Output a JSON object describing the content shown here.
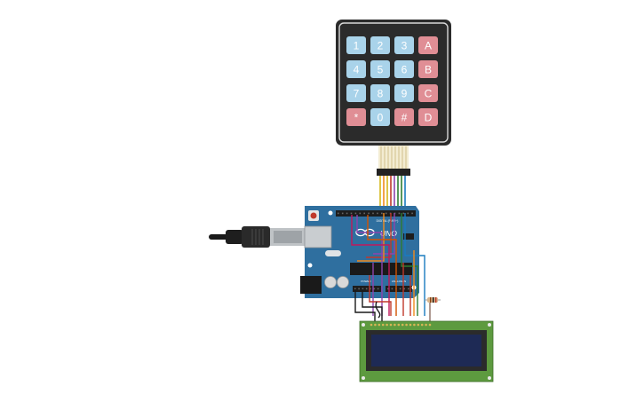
{
  "keypad": {
    "rows": [
      [
        {
          "label": "1",
          "kind": "num"
        },
        {
          "label": "2",
          "kind": "num"
        },
        {
          "label": "3",
          "kind": "num"
        },
        {
          "label": "A",
          "kind": "letter"
        }
      ],
      [
        {
          "label": "4",
          "kind": "num"
        },
        {
          "label": "5",
          "kind": "num"
        },
        {
          "label": "6",
          "kind": "num"
        },
        {
          "label": "B",
          "kind": "letter"
        }
      ],
      [
        {
          "label": "7",
          "kind": "num"
        },
        {
          "label": "8",
          "kind": "num"
        },
        {
          "label": "9",
          "kind": "num"
        },
        {
          "label": "C",
          "kind": "letter"
        }
      ],
      [
        {
          "label": "*",
          "kind": "letter"
        },
        {
          "label": "0",
          "kind": "num"
        },
        {
          "label": "#",
          "kind": "letter"
        },
        {
          "label": "D",
          "kind": "letter"
        }
      ]
    ]
  },
  "arduino": {
    "model_label": "UNO",
    "digital_label": "DIGITAL (PWM~)",
    "analog_label": "ANALOG IN",
    "power_label": "POWER"
  },
  "colors": {
    "keypad_body": "#222222",
    "key_num": "#a9d3ea",
    "key_letter": "#e08e95",
    "board": "#2f6f9f",
    "lcd_pcb": "#5d9a3f",
    "lcd_screen": "#1e2a55",
    "wire_colors": [
      "#e8c51a",
      "#f08a1c",
      "#c0392b",
      "#8e44ad",
      "#2e7d32",
      "#1a7bbf",
      "#444444",
      "#d35400"
    ]
  }
}
